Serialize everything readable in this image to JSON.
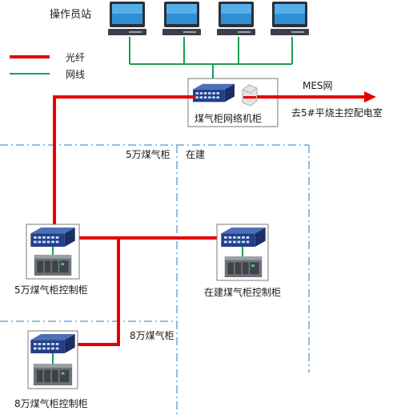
{
  "title": "操作员站",
  "legend": [
    {
      "label": "光纤",
      "color": "#e60000"
    },
    {
      "label": "网线",
      "color": "#1aa052"
    }
  ],
  "network_cabinet": {
    "label": "煤气柜网络机柜"
  },
  "mes": {
    "label": "MES网",
    "destination": "去5#平烧主控配电室"
  },
  "zones": [
    {
      "label": "5万煤气柜",
      "note": "在建"
    },
    {
      "label": "8万煤气柜"
    }
  ],
  "cabinets": [
    {
      "label": "5万煤气柜控制柜"
    },
    {
      "label": "在建煤气柜控制柜"
    },
    {
      "label": "8万煤气柜控制柜"
    }
  ],
  "colors": {
    "fiber": "#e60000",
    "ethernet": "#1aa052",
    "zone_border": "#2b7bc0"
  }
}
